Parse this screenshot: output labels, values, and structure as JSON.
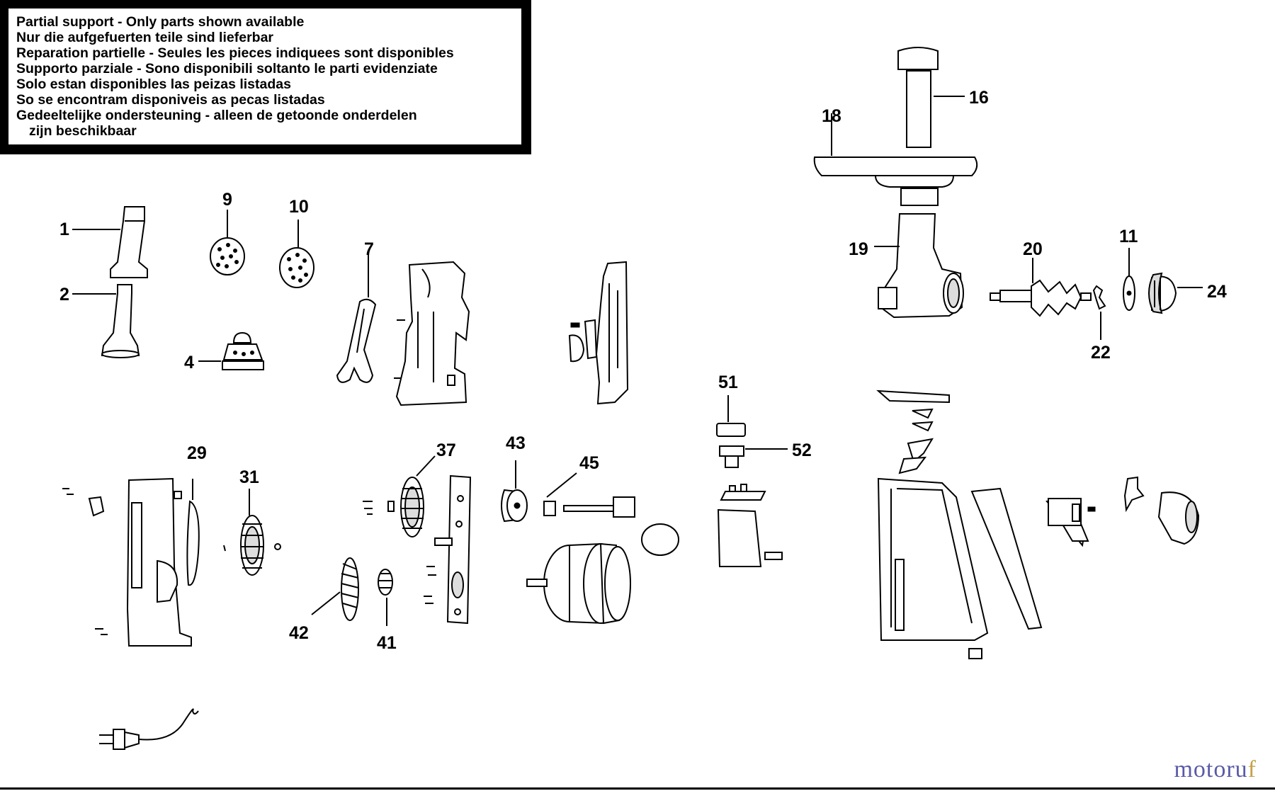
{
  "notice": {
    "lines": [
      "Partial support - Only parts shown available",
      "Nur die aufgefuerten teile sind lieferbar",
      "Reparation partielle - Seules les pieces indiquees sont disponibles",
      "Supporto parziale - Sono disponibili soltanto le parti evidenziate",
      "Solo estan disponibles las peizas listadas",
      "So se encontram disponiveis as pecas listadas",
      "Gedeeltelijke ondersteuning - alleen de getoonde onderdelen",
      "zijn beschikbaar"
    ]
  },
  "callouts": {
    "c1": "1",
    "c2": "2",
    "c4": "4",
    "c7": "7",
    "c9": "9",
    "c10": "10",
    "c11": "11",
    "c16": "16",
    "c18": "18",
    "c19": "19",
    "c20": "20",
    "c22": "22",
    "c24": "24",
    "c29": "29",
    "c31": "31",
    "c37": "37",
    "c41": "41",
    "c42": "42",
    "c43": "43",
    "c45": "45",
    "c51": "51",
    "c52": "52"
  },
  "brand": {
    "part1": "motoru",
    "part2": "f"
  }
}
